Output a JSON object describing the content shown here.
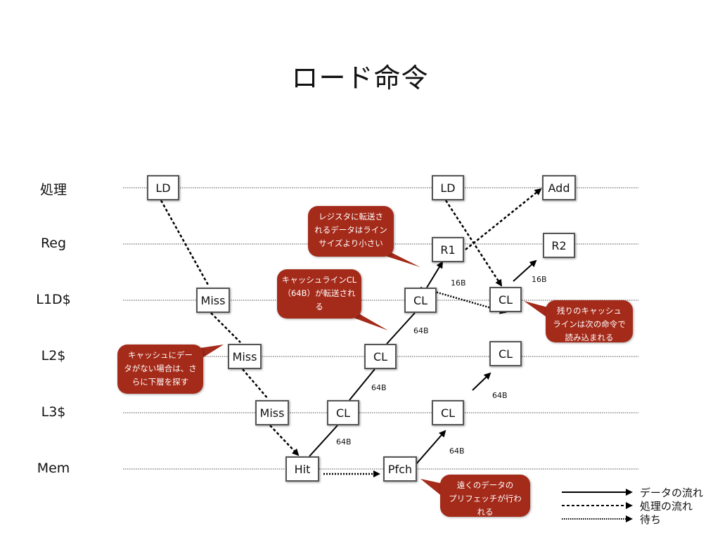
{
  "title": "ロード命令",
  "rows": [
    {
      "id": "proc",
      "label": "処理"
    },
    {
      "id": "reg",
      "label": "Reg"
    },
    {
      "id": "l1d",
      "label": "L1D$"
    },
    {
      "id": "l2",
      "label": "L2$"
    },
    {
      "id": "l3",
      "label": "L3$"
    },
    {
      "id": "mem",
      "label": "Mem"
    }
  ],
  "nodes": [
    {
      "id": "ld1",
      "label": "LD",
      "row": "proc"
    },
    {
      "id": "miss1",
      "label": "Miss",
      "row": "l1d"
    },
    {
      "id": "miss2",
      "label": "Miss",
      "row": "l2"
    },
    {
      "id": "miss3",
      "label": "Miss",
      "row": "l3"
    },
    {
      "id": "hit",
      "label": "Hit",
      "row": "mem"
    },
    {
      "id": "cl3",
      "label": "CL",
      "row": "l3"
    },
    {
      "id": "cl2",
      "label": "CL",
      "row": "l2"
    },
    {
      "id": "cl1",
      "label": "CL",
      "row": "l1d"
    },
    {
      "id": "r1",
      "label": "R1",
      "row": "reg"
    },
    {
      "id": "ld2",
      "label": "LD",
      "row": "proc"
    },
    {
      "id": "add",
      "label": "Add",
      "row": "proc"
    },
    {
      "id": "r2",
      "label": "R2",
      "row": "reg"
    },
    {
      "id": "cl1b",
      "label": "CL",
      "row": "l1d"
    },
    {
      "id": "cl2b",
      "label": "CL",
      "row": "l2"
    },
    {
      "id": "cl3b",
      "label": "CL",
      "row": "l3"
    },
    {
      "id": "pfch",
      "label": "Pfch",
      "row": "mem"
    }
  ],
  "edges": [
    {
      "from": "ld1",
      "to": "miss1",
      "type": "process"
    },
    {
      "from": "miss1",
      "to": "miss2",
      "type": "process"
    },
    {
      "from": "miss2",
      "to": "miss3",
      "type": "process"
    },
    {
      "from": "miss3",
      "to": "hit",
      "type": "process"
    },
    {
      "from": "hit",
      "to": "cl3",
      "type": "data",
      "size": "64B"
    },
    {
      "from": "cl3",
      "to": "cl2",
      "type": "data",
      "size": "64B"
    },
    {
      "from": "cl2",
      "to": "cl1",
      "type": "data",
      "size": "64B"
    },
    {
      "from": "cl1",
      "to": "r1",
      "type": "data",
      "size": "16B"
    },
    {
      "from": "r1",
      "to": "add",
      "type": "process"
    },
    {
      "from": "ld2",
      "to": "cl1b",
      "type": "process"
    },
    {
      "from": "cl1",
      "to": "cl1b",
      "type": "wait"
    },
    {
      "from": "cl1b",
      "to": "r2",
      "type": "data",
      "size": "16B"
    },
    {
      "from": "hit",
      "to": "pfch",
      "type": "wait"
    },
    {
      "from": "pfch",
      "to": "cl3b",
      "type": "data",
      "size": "64B"
    },
    {
      "from": "cl3b",
      "to": "cl2b",
      "type": "data",
      "size": "64B"
    }
  ],
  "callouts": [
    {
      "id": "register-transfer",
      "text": "レジスタに転送さ\nれるデータはライン\nサイズより小さい"
    },
    {
      "id": "cacheline-transfer",
      "text": "キャッシュラインCL\n（64B）が転送され\nる"
    },
    {
      "id": "remaining-line",
      "text": "残りのキャッシュ\nラインは次の命令で\n読み込まれる"
    },
    {
      "id": "lower-level",
      "text": "キャッシュにデー\nタがない場合は、さ\nらに下層を探す"
    },
    {
      "id": "prefetch",
      "text": "遠くのデータの\nプリフェッチが行わ\nれる"
    }
  ],
  "legend": [
    {
      "type": "data",
      "label": "データの流れ"
    },
    {
      "type": "process",
      "label": "処理の流れ"
    },
    {
      "type": "wait",
      "label": "待ち"
    }
  ],
  "colors": {
    "callout": "#a42a19",
    "node_border": "#555555",
    "row_line": "#888888",
    "arrow": "#000000"
  }
}
